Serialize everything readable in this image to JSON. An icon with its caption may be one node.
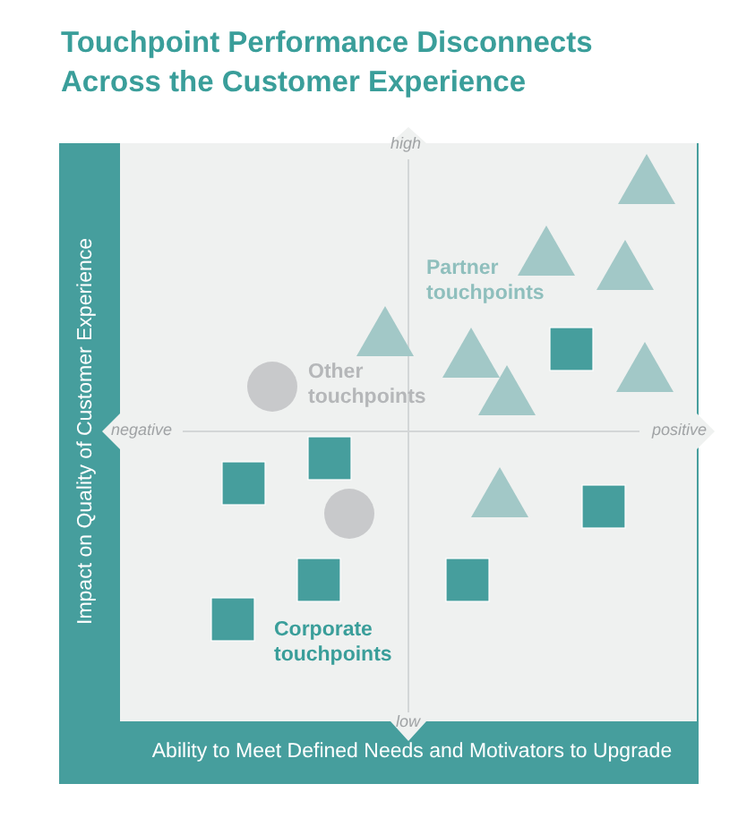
{
  "diagram": {
    "title": "Touchpoint Performance Disconnects Across the Customer Experience",
    "labels": [
      "high",
      "Impact on Quality of Customer Experience",
      "Partner touchpoints",
      "Other touchpoints",
      "negative",
      "positive",
      "Corporate touchpoints",
      "low",
      "Ability to Meet Defined Needs and Motivators to Upgrade"
    ]
  }
}
